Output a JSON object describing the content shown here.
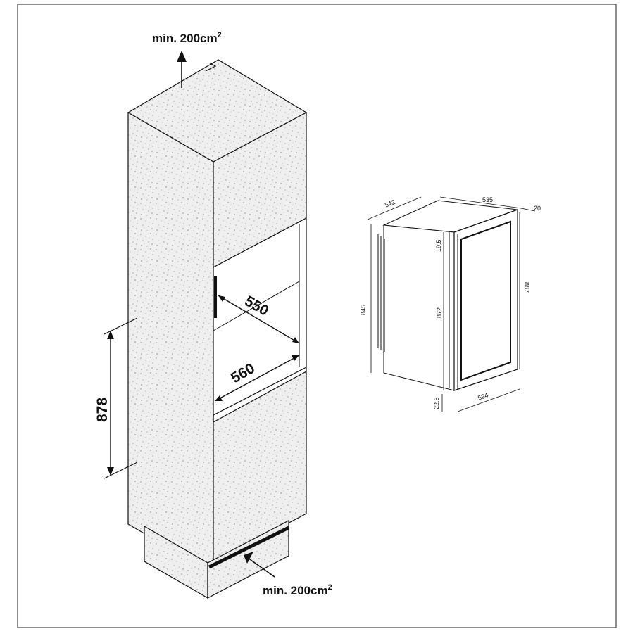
{
  "vent_top": {
    "text": "min. 200cm",
    "sup": "2"
  },
  "vent_bottom": {
    "text": "min. 200cm",
    "sup": "2"
  },
  "niche": {
    "depth": "550",
    "width": "560",
    "height": "878"
  },
  "appliance": {
    "depth_body": "542",
    "depth_total": "535",
    "door_thickness": "20",
    "top_gap": "19.5",
    "body_height": "845",
    "door_height": "872",
    "total_height": "887",
    "bottom_gap": "22.5",
    "width": "594"
  },
  "colors": {
    "line": "#111111",
    "stone_fill": "#ededed",
    "speckle": "#9a9a9a",
    "frame": "#444444"
  }
}
